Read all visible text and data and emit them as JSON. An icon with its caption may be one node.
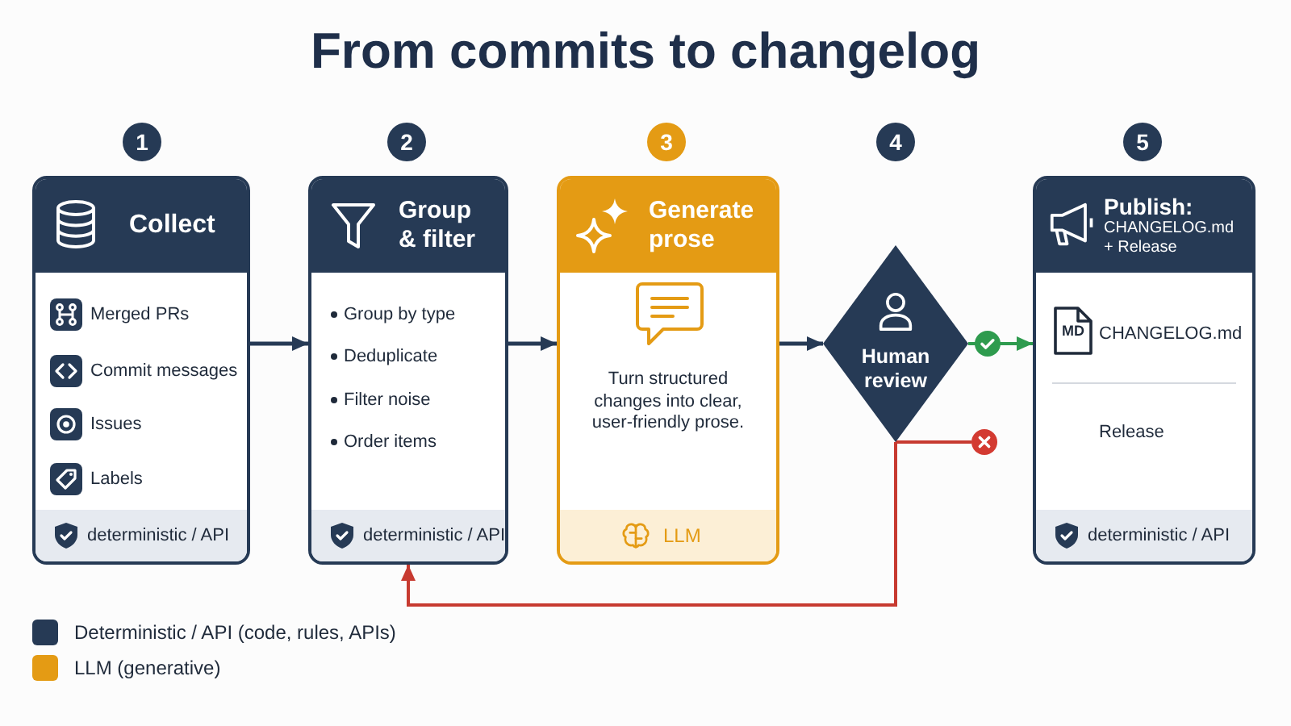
{
  "diagram": {
    "title": "From commits to changelog",
    "nodes": [
      {
        "text": [
          "Collect",
          "Merged PRs",
          "Commit messages",
          "Issues",
          "Labels",
          "deterministic / API"
        ],
        "beside": [
          "1"
        ]
      },
      {
        "text": [
          "Group & filter",
          "Group by type",
          "Deduplicate",
          "Filter noise",
          "Order items",
          "deterministic / API"
        ],
        "beside": [
          "2"
        ]
      },
      {
        "text": [
          "Generate prose",
          "Turn structured changes into clear, user-friendly prose.",
          "LLM"
        ],
        "beside": [
          "3"
        ]
      },
      {
        "text": [
          "Human review"
        ]
      },
      {
        "text": [
          "Publish:",
          "CHANGELOG.md + Release",
          "CHANGELOG.md",
          "Release",
          "deterministic / API"
        ],
        "beside": [
          "5"
        ]
      }
    ],
    "edges": [
      {
        "from": 0,
        "to": 1,
        "arrow": "to"
      },
      {
        "from": 1,
        "to": 2,
        "arrow": "to"
      },
      {
        "from": 2,
        "to": 3,
        "arrow": "to"
      },
      {
        "from": 3,
        "to": 4,
        "arrow": "to",
        "color": "#2e9b4e"
      },
      {
        "from": 3,
        "to": 1,
        "arrow": "to",
        "color": "#c73a30"
      }
    ],
    "labels": [
      "4",
      "MD"
    ],
    "legend": [
      {
        "text": "Deterministic / API (code, rules, APIs)",
        "color": "#263a55"
      },
      {
        "text": "LLM (generative)",
        "color": "#e49b14"
      }
    ]
  }
}
